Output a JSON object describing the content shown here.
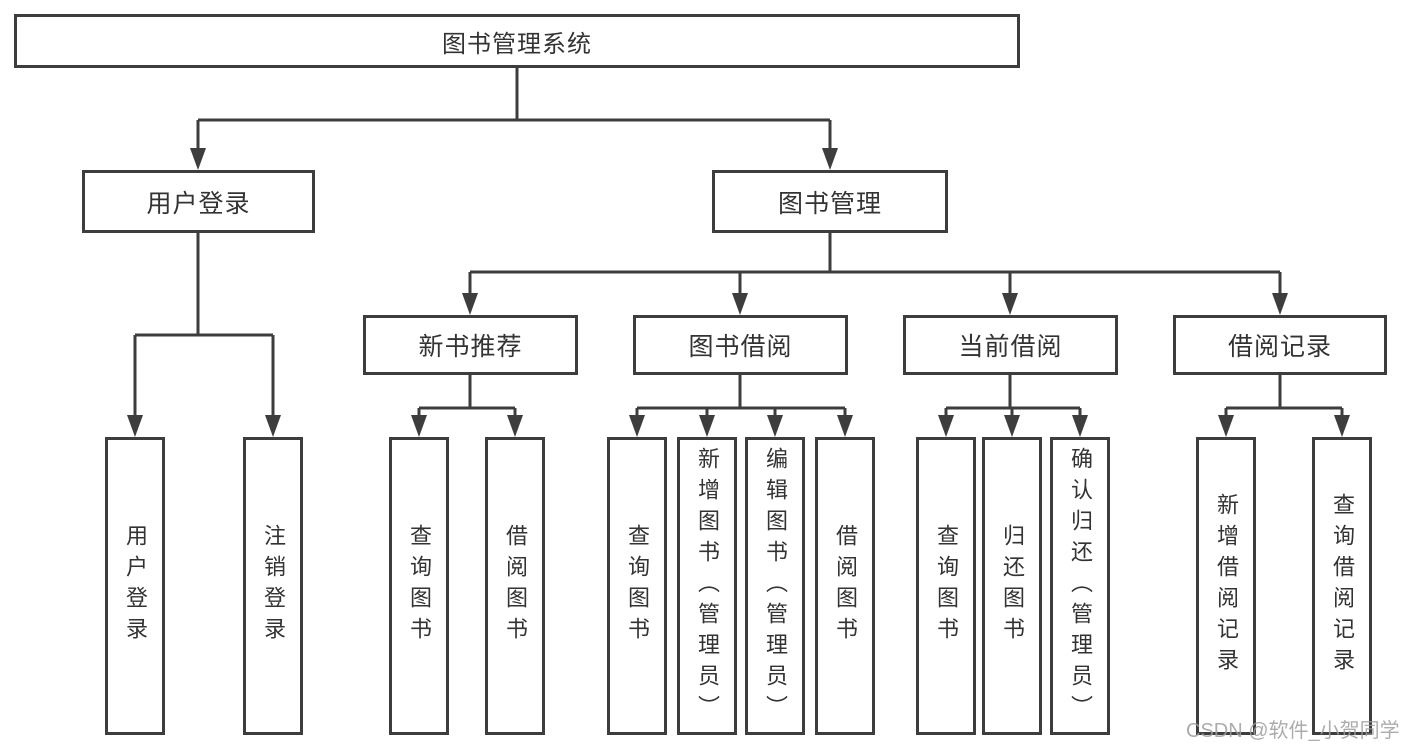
{
  "diagram": {
    "root": {
      "label": "图书管理系统"
    },
    "branches": [
      {
        "label": "用户登录",
        "children": [
          {
            "label": "用户登录"
          },
          {
            "label": "注销登录"
          }
        ]
      },
      {
        "label": "图书管理",
        "children": [
          {
            "label": "新书推荐",
            "children": [
              {
                "label": "查询图书"
              },
              {
                "label": "借阅图书"
              }
            ]
          },
          {
            "label": "图书借阅",
            "children": [
              {
                "label": "查询图书"
              },
              {
                "label": "新增图书（管理员）"
              },
              {
                "label": "编辑图书（管理员）"
              },
              {
                "label": "借阅图书"
              }
            ]
          },
          {
            "label": "当前借阅",
            "children": [
              {
                "label": "查询图书"
              },
              {
                "label": "归还图书"
              },
              {
                "label": "确认归还（管理员）"
              }
            ]
          },
          {
            "label": "借阅记录",
            "children": [
              {
                "label": "新增借阅记录"
              },
              {
                "label": "查询借阅记录"
              }
            ]
          }
        ]
      }
    ]
  },
  "watermark": "CSDN @软件_小贺同学",
  "colors": {
    "line": "#3d3d3d",
    "text": "#333333",
    "watermark": "#9e9e9e",
    "background": "#ffffff"
  }
}
